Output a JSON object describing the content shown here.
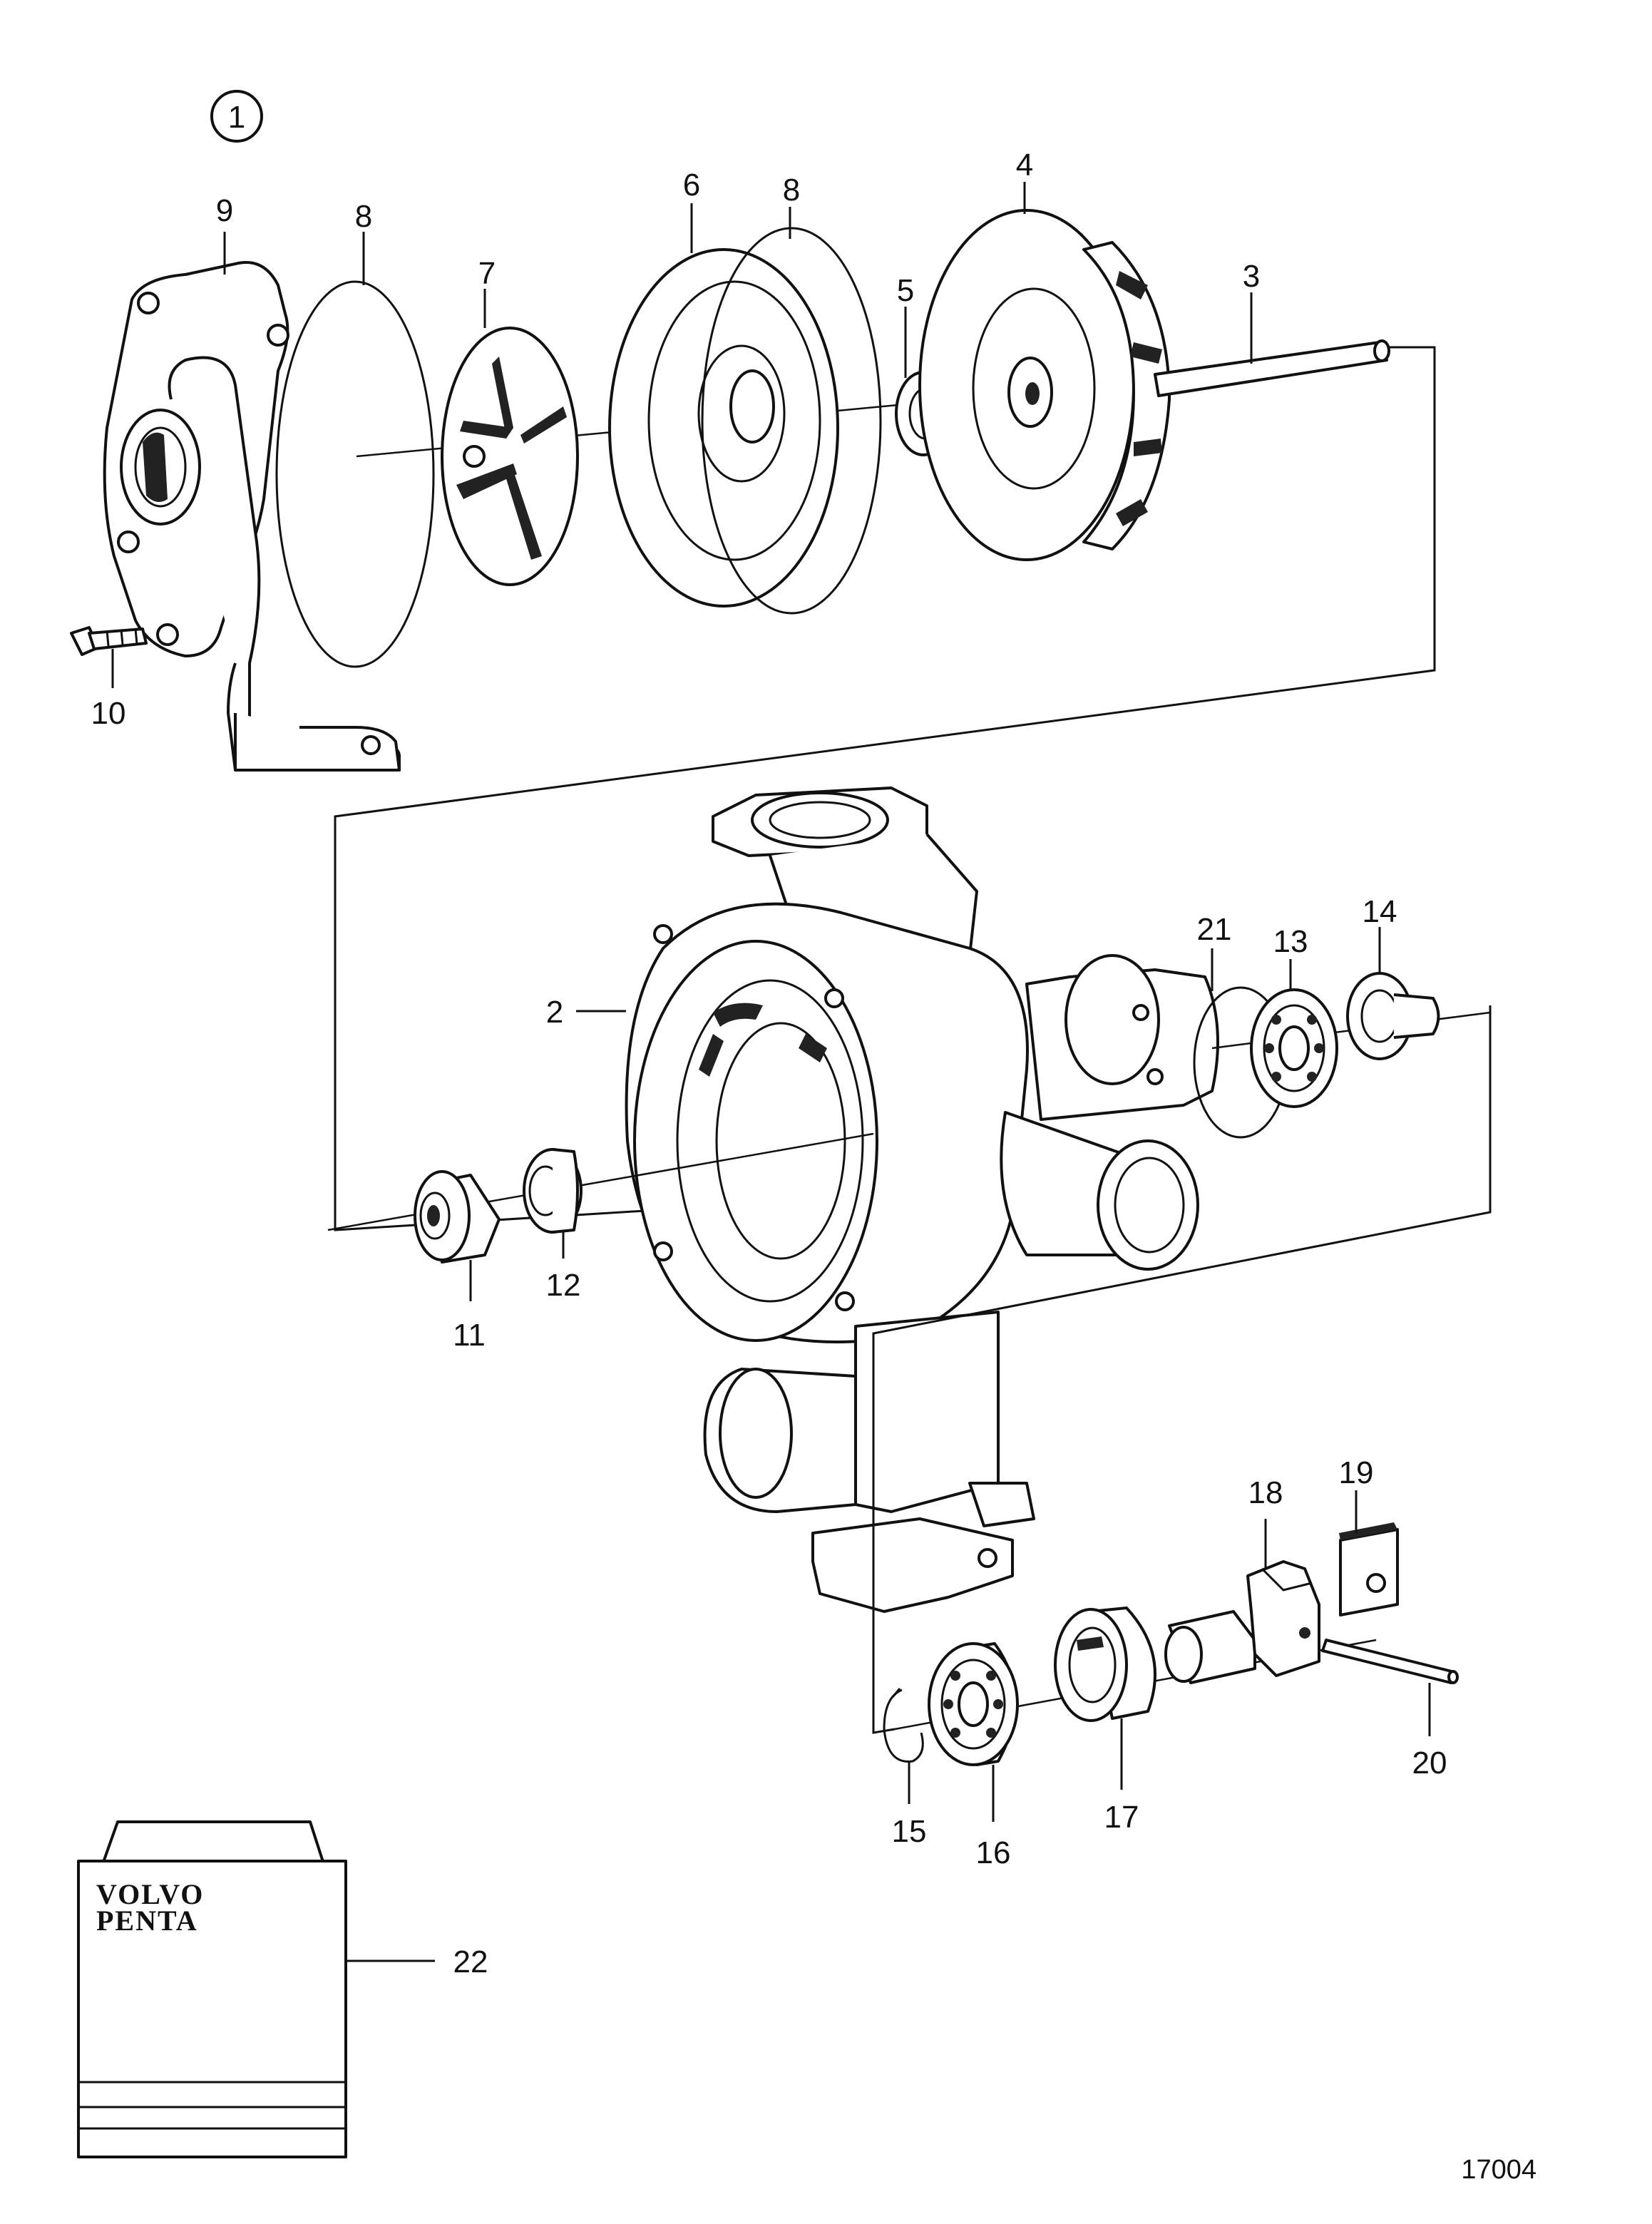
{
  "diagram": {
    "view_number": "1",
    "drawing_number": "17004",
    "kit_logo_line1": "VOLVO",
    "kit_logo_line2": "PENTA",
    "callouts": [
      {
        "id": "c1",
        "label": "1"
      },
      {
        "id": "c2",
        "label": "2"
      },
      {
        "id": "c3",
        "label": "3"
      },
      {
        "id": "c4",
        "label": "4"
      },
      {
        "id": "c5",
        "label": "5"
      },
      {
        "id": "c6",
        "label": "6"
      },
      {
        "id": "c7",
        "label": "7"
      },
      {
        "id": "c8a",
        "label": "8"
      },
      {
        "id": "c8b",
        "label": "8"
      },
      {
        "id": "c9",
        "label": "9"
      },
      {
        "id": "c10",
        "label": "10"
      },
      {
        "id": "c11",
        "label": "11"
      },
      {
        "id": "c12",
        "label": "12"
      },
      {
        "id": "c13",
        "label": "13"
      },
      {
        "id": "c14",
        "label": "14"
      },
      {
        "id": "c15",
        "label": "15"
      },
      {
        "id": "c16",
        "label": "16"
      },
      {
        "id": "c17",
        "label": "17"
      },
      {
        "id": "c18",
        "label": "18"
      },
      {
        "id": "c19",
        "label": "19"
      },
      {
        "id": "c20",
        "label": "20"
      },
      {
        "id": "c21",
        "label": "21"
      },
      {
        "id": "c22",
        "label": "22"
      }
    ]
  }
}
